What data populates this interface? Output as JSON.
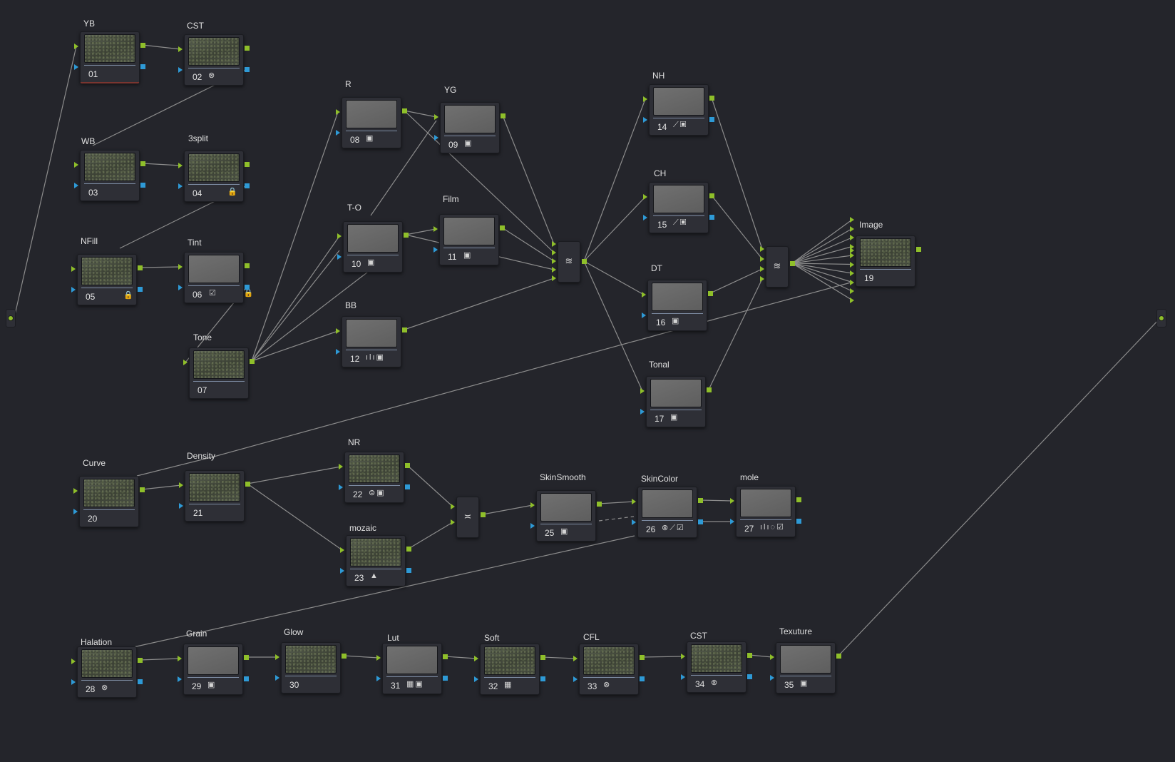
{
  "nodes": [
    {
      "label": "YB",
      "number": "01",
      "icons": "",
      "selected": true
    },
    {
      "label": "CST",
      "number": "02",
      "icons": "⊗"
    },
    {
      "label": "WB",
      "number": "03",
      "icons": ""
    },
    {
      "label": "3split",
      "number": "04",
      "icons": "🔒"
    },
    {
      "label": "NFill",
      "number": "05",
      "icons": "🔒"
    },
    {
      "label": "Tint",
      "number": "06",
      "icons": "☑ 🔒"
    },
    {
      "label": "Tone",
      "number": "07",
      "icons": ""
    },
    {
      "label": "R",
      "number": "08",
      "icons": "▣"
    },
    {
      "label": "YG",
      "number": "09",
      "icons": "▣"
    },
    {
      "label": "T-O",
      "number": "10",
      "icons": "▣"
    },
    {
      "label": "Film",
      "number": "11",
      "icons": "▣"
    },
    {
      "label": "BB",
      "number": "12",
      "icons": "ılı▣"
    },
    {
      "label": "NH",
      "number": "14",
      "icons": "⟋▣"
    },
    {
      "label": "CH",
      "number": "15",
      "icons": "⟋▣"
    },
    {
      "label": "DT",
      "number": "16",
      "icons": "▣"
    },
    {
      "label": "Tonal",
      "number": "17",
      "icons": "▣"
    },
    {
      "label": "Image",
      "number": "19",
      "icons": ""
    },
    {
      "label": "Curve",
      "number": "20",
      "icons": ""
    },
    {
      "label": "Density",
      "number": "21",
      "icons": ""
    },
    {
      "label": "NR",
      "number": "22",
      "icons": "⊜▣"
    },
    {
      "label": "mozaic",
      "number": "23",
      "icons": "▲"
    },
    {
      "label": "SkinSmooth",
      "number": "25",
      "icons": "▣"
    },
    {
      "label": "SkinColor",
      "number": "26",
      "icons": "⊗⟋☑"
    },
    {
      "label": "mole",
      "number": "27",
      "icons": "ılı◌☑"
    },
    {
      "label": "Halation",
      "number": "28",
      "icons": "⊗"
    },
    {
      "label": "Grain",
      "number": "29",
      "icons": "▣"
    },
    {
      "label": "Glow",
      "number": "30",
      "icons": ""
    },
    {
      "label": "Lut",
      "number": "31",
      "icons": "▦▣"
    },
    {
      "label": "Soft",
      "number": "32",
      "icons": "▦"
    },
    {
      "label": "CFL",
      "number": "33",
      "icons": "⊗"
    },
    {
      "label": "CST",
      "number": "34",
      "icons": "⊗"
    },
    {
      "label": "Texuture",
      "number": "35",
      "icons": "▣"
    }
  ],
  "mixers": [
    {
      "icon": "layers-icon",
      "glyph": "≋"
    },
    {
      "icon": "layers-icon",
      "glyph": "≋"
    },
    {
      "icon": "splitter-icon",
      "glyph": "≍"
    }
  ],
  "colors": {
    "background": "#24252b",
    "wire": "#8c8c8c",
    "rgb_port": "#8fbf2a",
    "alpha_port": "#2e9ad6"
  }
}
